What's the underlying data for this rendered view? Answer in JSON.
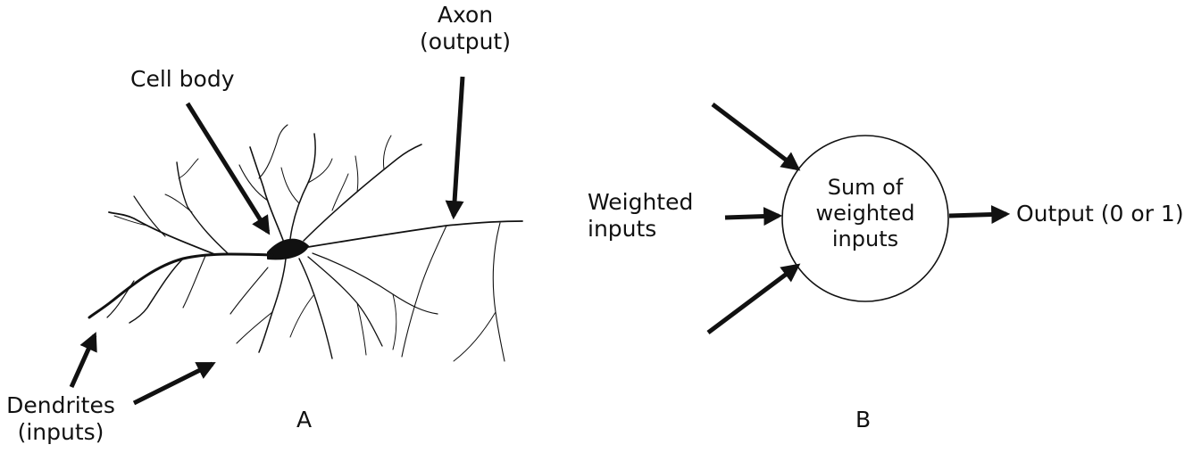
{
  "panel_a": {
    "label": "A",
    "cell_body_label": "Cell body",
    "axon_label_line1": "Axon",
    "axon_label_line2": "(output)",
    "dendrites_label_line1": "Dendrites",
    "dendrites_label_line2": "(inputs)"
  },
  "panel_b": {
    "label": "B",
    "inputs_label_line1": "Weighted",
    "inputs_label_line2": "inputs",
    "sum_line1": "Sum of",
    "sum_line2": "weighted",
    "sum_line3": "inputs",
    "output_label": "Output (0 or 1)"
  },
  "colors": {
    "ink": "#111111",
    "background": "#ffffff"
  }
}
